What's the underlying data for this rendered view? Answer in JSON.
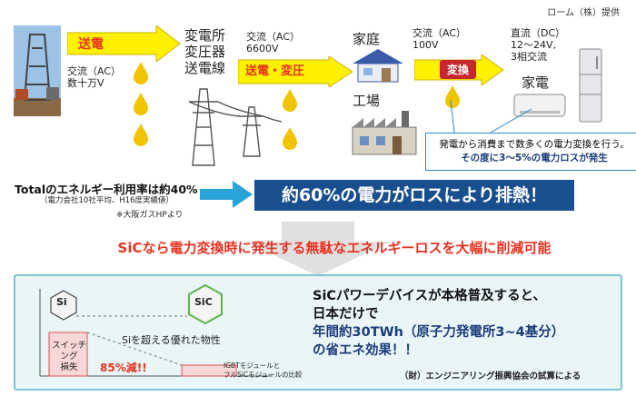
{
  "credit": "ローム（株）提供",
  "flow": {
    "transmission_label": "送電",
    "ac_tens_of_kv": [
      "交流（AC）",
      "数十万V"
    ],
    "substation": [
      "変電所",
      "変圧器",
      "送電線"
    ],
    "ac_6600": [
      "交流（AC）",
      "6600V"
    ],
    "transmission_transform_label": "送電・変圧",
    "home": "家庭",
    "ac_100": [
      "交流（AC）",
      "100V"
    ],
    "factory": "工場",
    "dc": [
      "直流（DC）",
      "12～24V,",
      "3相交流"
    ],
    "convert_label": "変換",
    "appliance": "家電"
  },
  "callout": {
    "line1": "発電から消費まで数多くの電力変換を行う。",
    "line2": "その度に3～5%の電力ロスが発生"
  },
  "efficiency": {
    "title": "Totalのエネルギー利用率は約40%",
    "sub": "（電力会社10社平均、H16度実績値）",
    "source": "※大阪ガスHPより"
  },
  "banner": "約60%の電力がロスにより排熱！",
  "headline": "SiCなら電力変換時に発生する無駄なエネルギーロスを大幅に削減可能",
  "bottom": {
    "si": "Si",
    "sic": "SiC",
    "switching_loss": [
      "スイッチング",
      "損失"
    ],
    "superior": "Siを超える優れた物性",
    "reduction": "85%減!!",
    "compare": [
      "IGBTモジュールと",
      "フルSiCモジュールの比較"
    ],
    "claim": [
      "SiCパワーデバイスが本格普及すると、",
      "日本だけで",
      "年間約30TWh（原子力発電所3~4基分）",
      "の省エネ効果！！"
    ],
    "note": "（財）エンジニアリング振興協会の試算による"
  },
  "colors": {
    "arrow": "#fff100",
    "arrow_border": "#c9b400",
    "red": "#e53321",
    "navy": "#1a4f8f",
    "teal_box": "#e9f5f7"
  }
}
